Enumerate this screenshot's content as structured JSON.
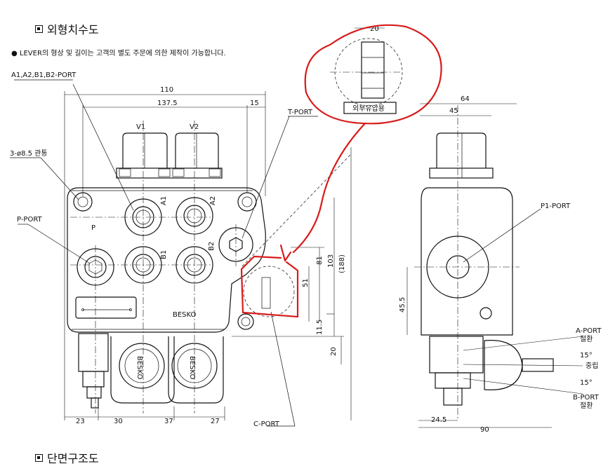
{
  "heading": {
    "title": "외형치수도",
    "bottom_title": "단면구조도"
  },
  "note": "● LEVER의 형상 및 길이는 고객의 별도 주문에 의한 제작이 가능합니다.",
  "labels": {
    "ports_a_b": "A1,A2,B1,B2-PORT",
    "t_port": "T-PORT",
    "p_port": "P-PORT",
    "p1_port": "P1-PORT",
    "c_port": "C-PORT",
    "holes": "3-ø8.5 관통",
    "v1": "V1",
    "v2": "V2",
    "a1": "A1",
    "a2": "A2",
    "b1": "B1",
    "b2": "B2",
    "p_mark": "P",
    "brand": "BESKO",
    "external_drain": "외부유압용",
    "a_port_right": "A-PORT",
    "a_port_state": "절환",
    "b_port_right": "B-PORT",
    "b_port_state": "절환",
    "neutral": "중립",
    "angle": "15°"
  },
  "dimensions": {
    "d110": "110",
    "d137_5": "137.5",
    "d15": "15",
    "d20_top": "20",
    "d81": "81",
    "d51": "51",
    "d103": "103",
    "d188": "(188)",
    "d11_5": "11.5",
    "d20_side": "20",
    "d23": "23",
    "d30": "30",
    "d37": "37",
    "d27": "27",
    "d64": "64",
    "d45": "45",
    "d45_5": "45.5",
    "d24_5": "24.5",
    "d90": "90"
  },
  "colors": {
    "annotation": "#d81b1b",
    "lines": "#111111"
  }
}
